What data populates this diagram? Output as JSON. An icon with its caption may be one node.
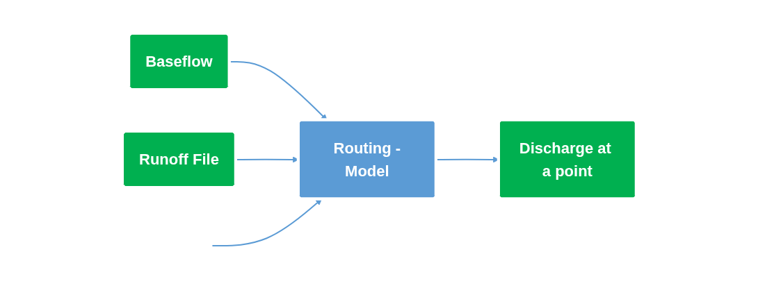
{
  "diagram": {
    "nodes": [
      {
        "text": [
          "Baseflow"
        ]
      },
      {
        "text": [
          "Runoff File"
        ]
      },
      {
        "text": [
          "Routing -Model"
        ]
      },
      {
        "text": [
          "Discharge at a point"
        ]
      }
    ],
    "edges": [
      {
        "from": 0,
        "to": 2,
        "arrow": "to"
      },
      {
        "from": 1,
        "to": 2,
        "arrow": "to"
      },
      {
        "from": 2,
        "to": 3,
        "arrow": "to"
      },
      {
        "from": null,
        "to": 2,
        "arrow": "to"
      }
    ]
  }
}
